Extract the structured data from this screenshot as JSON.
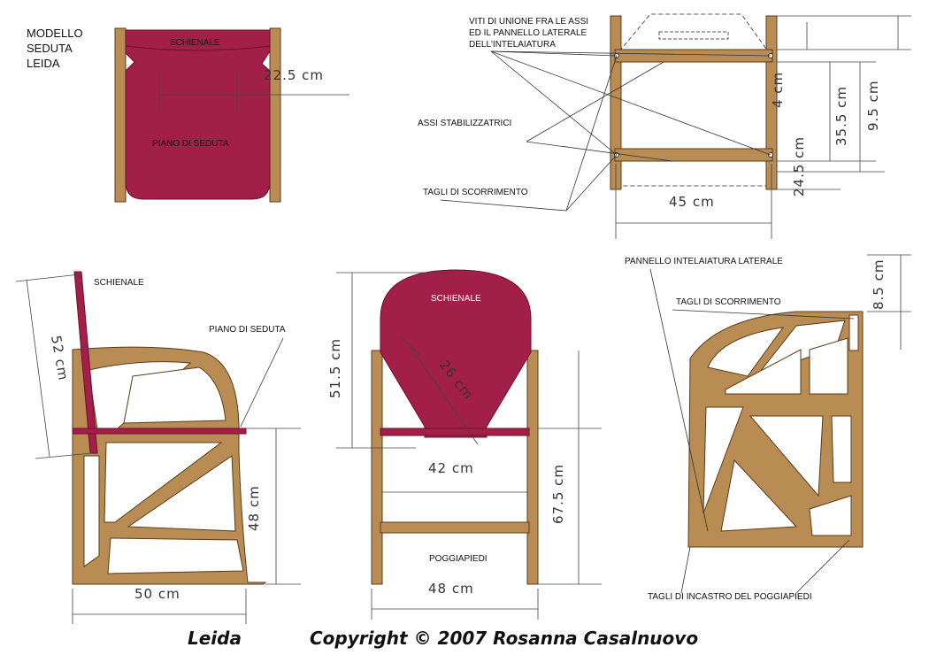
{
  "title_block": {
    "line1": "MODELLO",
    "line2": "SEDUTA",
    "line3": "LEIDA"
  },
  "top_left": {
    "backrest": "SCHIENALE",
    "seat": "PIANO DI SEDUTA",
    "dim_width": "22.5 cm"
  },
  "top_right": {
    "screws_l1": "VITI DI UNIONE FRA LE ASSI",
    "screws_l2": "ED IL PANNELLO LATERALE",
    "screws_l3": "DELL'INTELAIATURA",
    "stabilizers": "ASSI STABILIZZATRICI",
    "slide_cuts": "TAGLI DI SCORRIMENTO",
    "dim_width": "45 cm",
    "dim_a": "4 cm",
    "dim_b": "35.5 cm",
    "dim_c": "9.5 cm",
    "dim_d": "24.5 cm"
  },
  "bottom_left": {
    "backrest": "SCHIENALE",
    "seat": "PIANO DI SEDUTA",
    "dim_back": "52 cm",
    "dim_height": "48 cm",
    "dim_depth": "50 cm"
  },
  "bottom_center": {
    "backrest": "SCHIENALE",
    "footrest": "POGGIAPIEDI",
    "dim_back_h": "51.5 cm",
    "dim_radius": "26 cm",
    "dim_seat_w": "42 cm",
    "dim_total_h": "67.5 cm",
    "dim_base_w": "48 cm"
  },
  "bottom_right": {
    "side_panel": "PANNELLO INTELAIATURA LATERALE",
    "slide_cuts": "TAGLI DI SCORRIMENTO",
    "dim_top": "8.5 cm",
    "footrest_cuts": "TAGLI DI INCASTRO DEL POGGIAPIEDI"
  },
  "footer": {
    "name": "Leida",
    "copyright": "Copyright © 2007 Rosanna Casalnuovo"
  },
  "colors": {
    "wood": "#b98c54",
    "fabric": "#a21f4a",
    "outline": "#5a3b17"
  }
}
